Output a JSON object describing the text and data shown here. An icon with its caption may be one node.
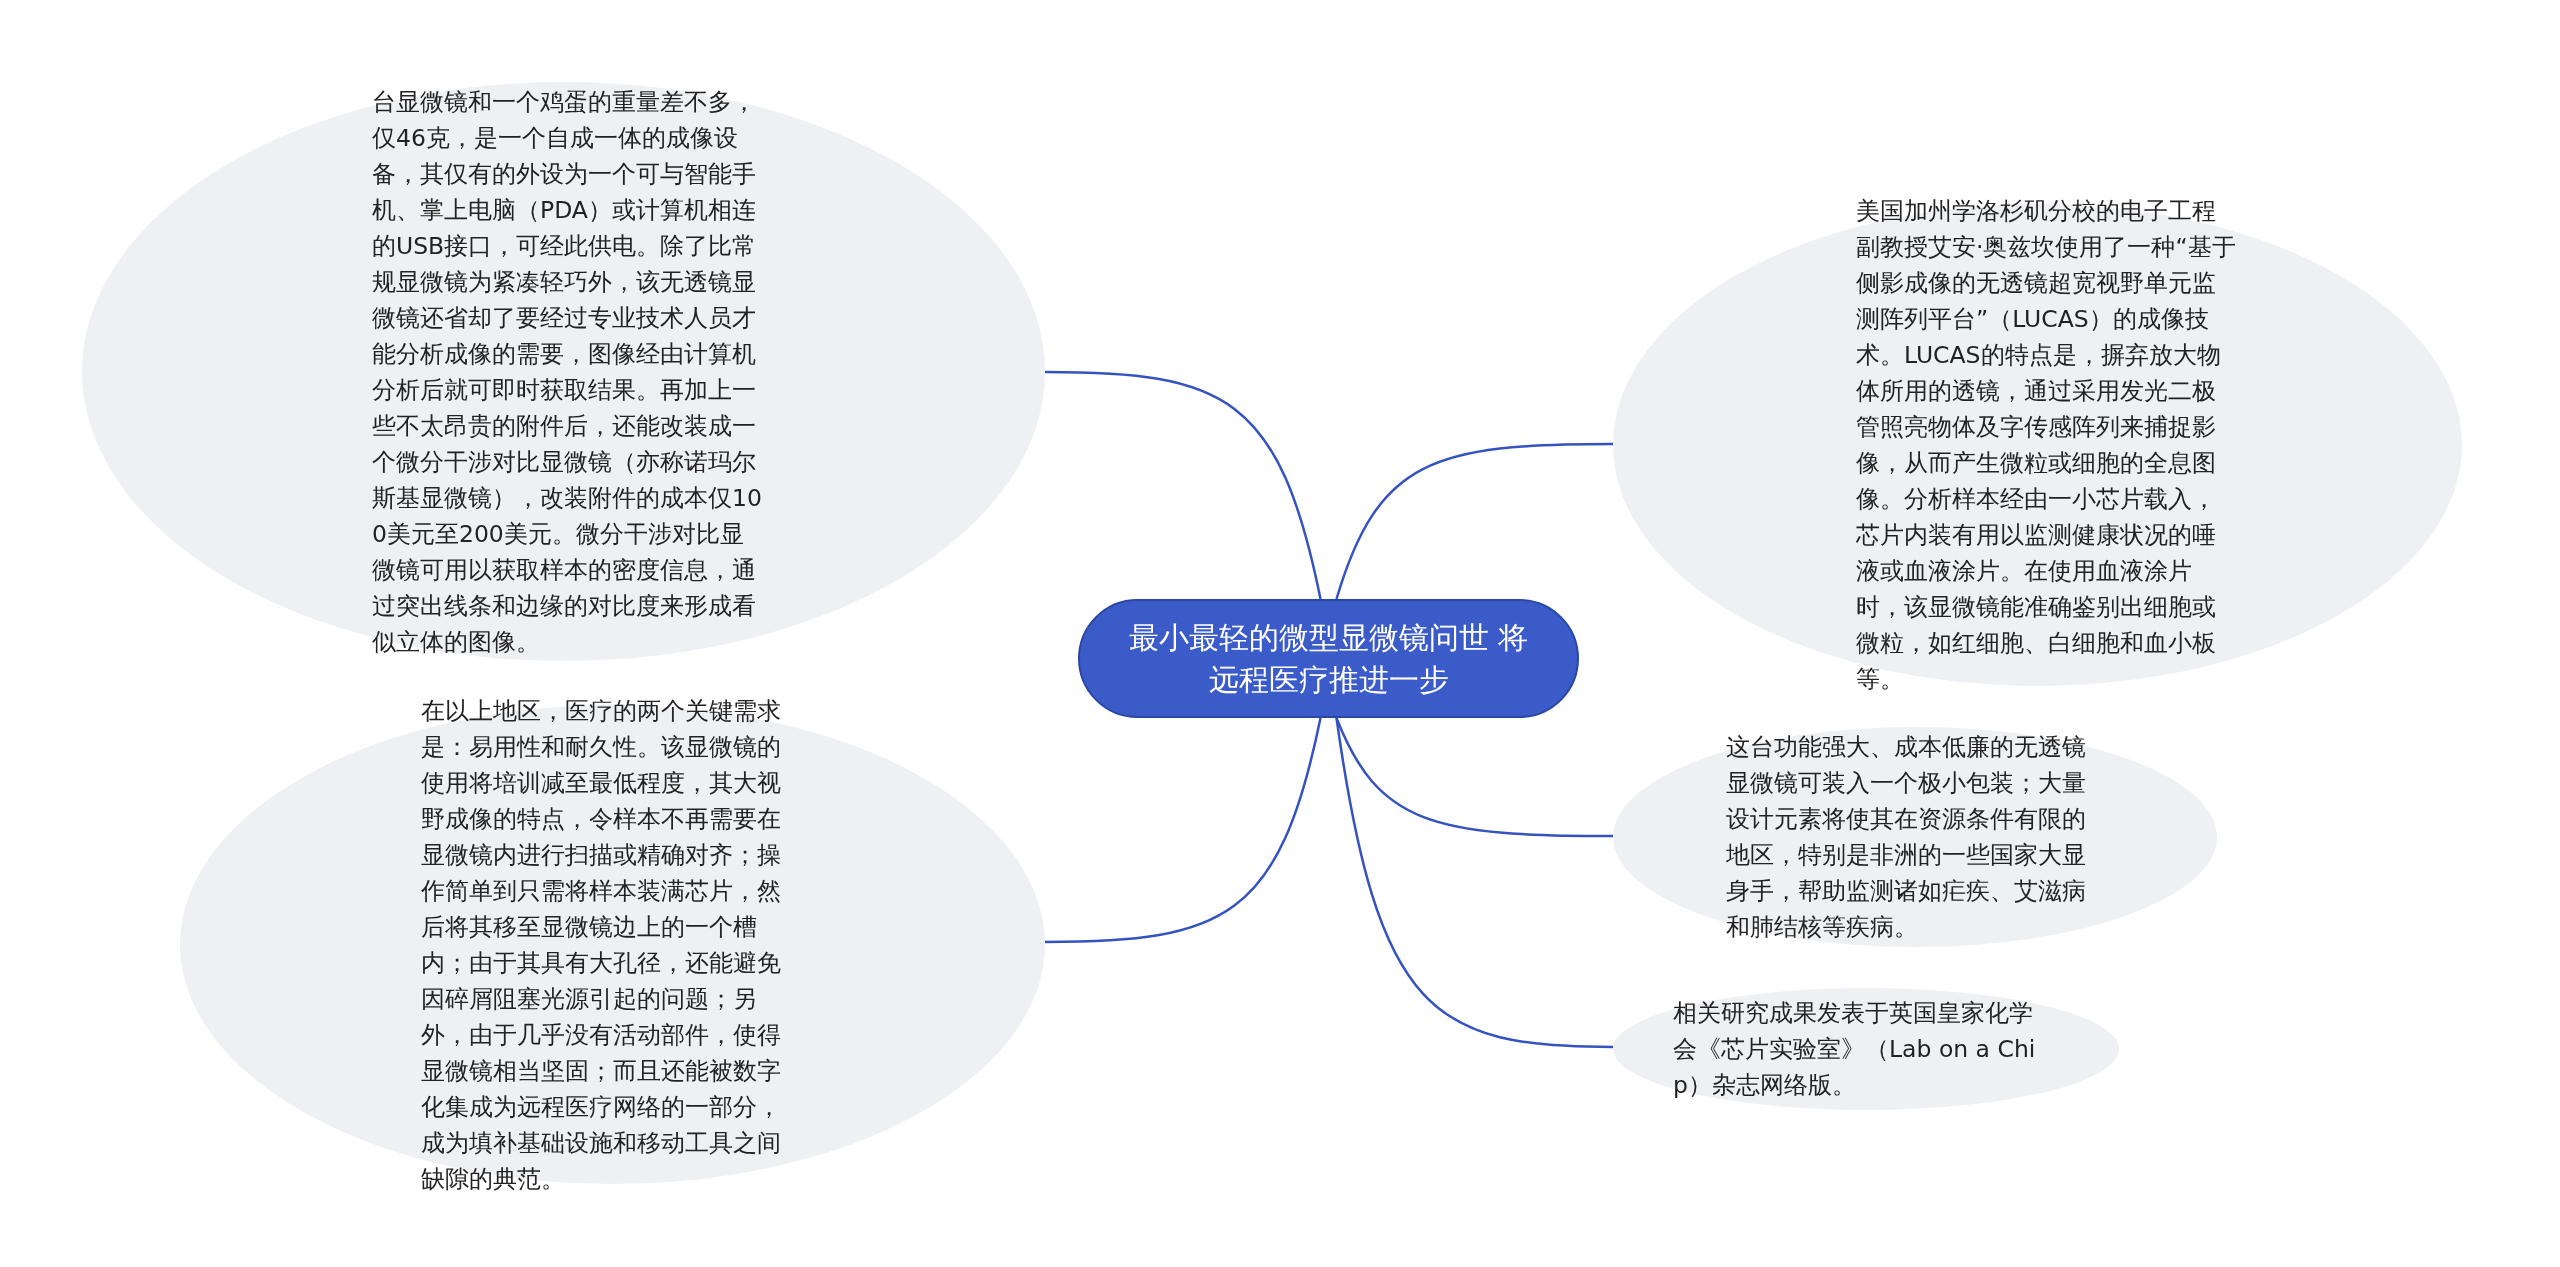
{
  "diagram": {
    "nodes": [
      {
        "text": [
          "最小最轻的微型显微镜问世 将远程医疗推进一步"
        ]
      },
      {
        "text": [
          "台显微镜和一个鸡蛋的重量差不多，仅46克，是一个自成一体的成像设备，其仅有的外设为一个可与智能手机、掌上电脑（PDA）或计算机相连的USB接口，可经此供电。除了比常规显微镜为紧凑轻巧外，该无透镜显微镜还省却了要经过专业技术人员才能分析成像的需要，图像经由计算机分析后就可即时获取结果。再加上一些不太昂贵的附件后，还能改装成一个微分干涉对比显微镜（亦称诺玛尔斯基显微镜），改装附件的成本仅100美元至200美元。微分干涉对比显微镜可用以获取样本的密度信息，通过突出线条和边缘的对比度来形成看似立体的图像。"
        ]
      },
      {
        "text": [
          "在以上地区，医疗的两个关键需求是：易用性和耐久性。该显微镜的使用将培训减至最低程度，其大视野成像的特点，令样本不再需要在显微镜内进行扫描或精确对齐；操作简单到只需将样本装满芯片，然后将其移至显微镜边上的一个槽内；由于其具有大孔径，还能避免因碎屑阻塞光源引起的问题；另外，由于几乎没有活动部件，使得显微镜相当坚固；而且还能被数字化集成为远程医疗网络的一部分，成为填补基础设施和移动工具之间缺隙的典范。"
        ]
      },
      {
        "text": [
          "美国加州学洛杉矶分校的电子工程副教授艾安·奥兹坎使用了一种“基于侧影成像的无透镜超宽视野单元监测阵列平台”（LUCAS）的成像技术。LUCAS的特点是，摒弃放大物体所用的透镜，通过采用发光二极管照亮物体及字传感阵列来捕捉影像，从而产生微粒或细胞的全息图像。分析样本经由一小芯片载入，芯片内装有用以监测健康状况的唾液或血液涂片。在使用血液涂片时，该显微镜能准确鉴别出细胞或微粒，如红细胞、白细胞和血小板等。"
        ]
      },
      {
        "text": [
          "这台功能强大、成本低廉的无透镜显微镜可装入一个极小包装；大量设计元素将使其在资源条件有限的地区，特别是非洲的一些国家大显身手，帮助监测诸如疟疾、艾滋病和肺结核等疾病。"
        ]
      },
      {
        "text": [
          "相关研究成果发表于英国皇家化学会《芯片实验室》（Lab on a Chip）杂志网络版。"
        ]
      }
    ],
    "edges": [
      {
        "from": 0,
        "to": 1,
        "arrow": "none"
      },
      {
        "from": 0,
        "to": 2,
        "arrow": "none"
      },
      {
        "from": 0,
        "to": 3,
        "arrow": "none"
      },
      {
        "from": 0,
        "to": 4,
        "arrow": "none"
      },
      {
        "from": 0,
        "to": 5,
        "arrow": "none"
      }
    ]
  }
}
